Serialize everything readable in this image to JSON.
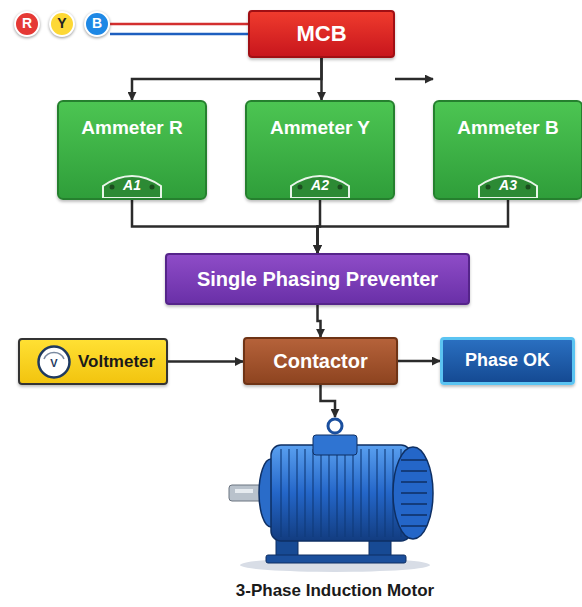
{
  "diagram": {
    "nodes": [
      {
        "text": [
          "R"
        ]
      },
      {
        "text": [
          "Y"
        ]
      },
      {
        "text": [
          "B"
        ]
      },
      {
        "text": [
          "MCB"
        ]
      },
      {
        "text": [
          "Ammeter R",
          "A1"
        ]
      },
      {
        "text": [
          "Ammeter Y",
          "A2"
        ]
      },
      {
        "text": [
          "Ammeter B",
          "A3"
        ]
      },
      {
        "text": [
          "Single Phasing Preventer"
        ]
      },
      {
        "text": [
          "V",
          "Voltmeter"
        ]
      },
      {
        "text": [
          "Contactor"
        ]
      },
      {
        "text": [
          "Phase OK"
        ]
      },
      {
        "text": [
          "3-Phase Induction Motor"
        ]
      }
    ],
    "edges": [
      {
        "from": 2,
        "to": 3,
        "arrow": "none"
      },
      {
        "from": 3,
        "to": 4,
        "arrow": "to"
      },
      {
        "from": 3,
        "to": 5,
        "arrow": "to"
      },
      {
        "from": 3,
        "to": 6,
        "arrow": "to"
      },
      {
        "from": 4,
        "to": 7,
        "arrow": "to"
      },
      {
        "from": 5,
        "to": 7,
        "arrow": "to"
      },
      {
        "from": 6,
        "to": 7,
        "arrow": "to"
      },
      {
        "from": 7,
        "to": 9,
        "arrow": "to"
      },
      {
        "from": 8,
        "to": 9,
        "arrow": "to"
      },
      {
        "from": 9,
        "to": 10,
        "arrow": "to"
      },
      {
        "from": 9,
        "to": 11,
        "arrow": "to"
      }
    ]
  }
}
